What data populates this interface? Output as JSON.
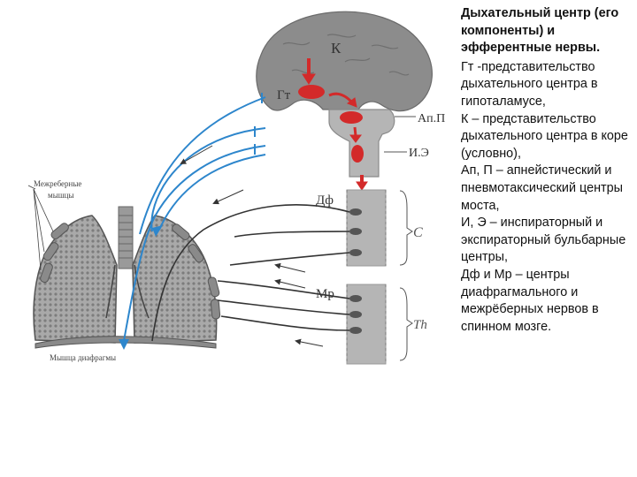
{
  "diagram": {
    "brain_label": "К",
    "hypothalamus_label": "Гт",
    "pons_label": "Ап.П",
    "medulla_label": "И.Э",
    "phrenic_label": "Дф",
    "intercostal_nerve_label": "Мр",
    "cervical_label": "C",
    "thoracic_label": "Th",
    "intercostal_muscles_line1": "Межреберные",
    "intercostal_muscles_line2": "мышцы",
    "diaphragm_label": "Мышца диафрагмы",
    "colors": {
      "nerve_blue": "#2d86cc",
      "center_red": "#d32a2a",
      "brain_gray": "#8c8c8c",
      "cord_gray": "#b5b5b5"
    }
  },
  "panel": {
    "heading": "Дыхательный центр (его компоненты) и эфферентные нервы.",
    "lines": [
      "Гт -представительство дыхательного центра в гипоталамусе,",
      "К – представительство дыхательного центра в коре (условно),",
      "Ап, П – апнейстический и пневмотаксический центры моста,",
      " И, Э – инспираторный и экспираторный бульбарные центры,",
      "Дф и Мр – центры диафрагмального и межрёберных нервов в спинном мозге."
    ]
  }
}
